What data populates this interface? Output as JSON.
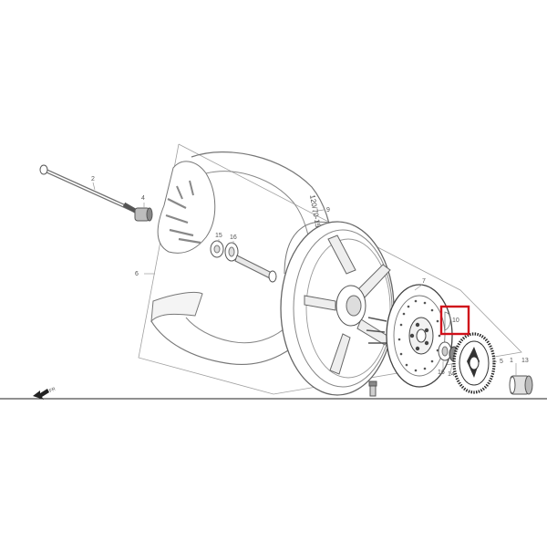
{
  "diagram": {
    "tire_size_text": "120/70-15",
    "fr_text": "FR",
    "callouts": {
      "c1": "1",
      "c2": "2",
      "c4": "4",
      "c5": "5",
      "c6": "6",
      "c7": "7",
      "c9": "9",
      "c10": "10",
      "c13": "13",
      "c14": "14",
      "c15": "15",
      "c16a": "16",
      "c16b": "16"
    },
    "colors": {
      "line": "#8a8a8a",
      "dark": "#3c3c3c",
      "highlight": "#d0101a",
      "background": "#ffffff"
    }
  }
}
